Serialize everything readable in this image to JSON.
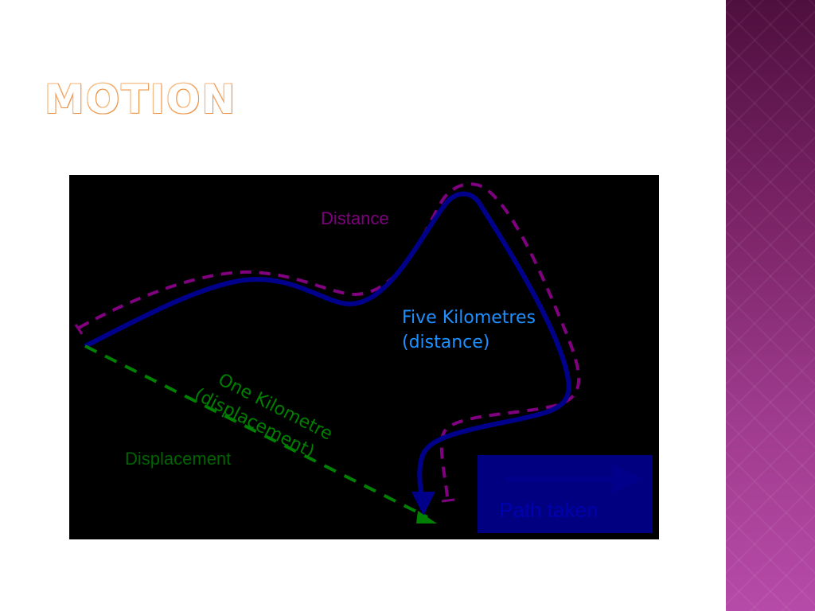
{
  "slide": {
    "title": "MOTION"
  },
  "diagram": {
    "distance_label": "Distance",
    "displacement_label": "Displacement",
    "path_label_line1": "Five Kilometres",
    "path_label_line2": "(distance)",
    "disp_text_line1": "One Kilometre",
    "disp_text_line2": "(displacement)",
    "legend_label": "Path taken",
    "colors": {
      "path": "#00008b",
      "distance": "#800080",
      "displacement": "#008000",
      "path_text": "#1e90ff",
      "legend_bg": "#000080",
      "legend_text": "#0000b0"
    }
  }
}
